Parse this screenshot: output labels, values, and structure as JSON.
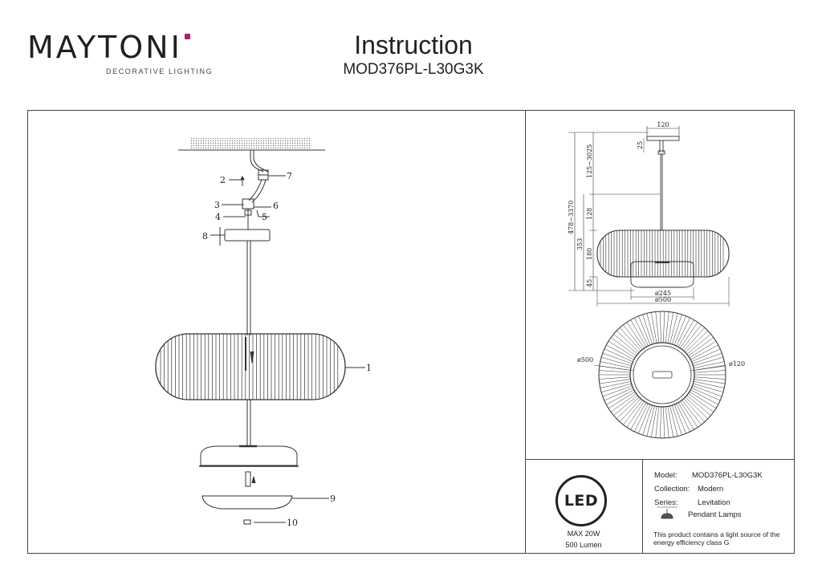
{
  "brand": {
    "name": "MAYTONI",
    "tagline": "DECORATIVE LIGHTING",
    "accent_color": "#b0206a"
  },
  "header": {
    "title": "Instruction",
    "model": "MOD376PL-L30G3K"
  },
  "assembly_callouts": [
    "1",
    "2",
    "3",
    "4",
    "5",
    "6",
    "7",
    "8",
    "9",
    "10"
  ],
  "dimensions": {
    "top_width": "120",
    "canopy_height": "25",
    "cable_length": "125~3025",
    "total_height": "478~3370",
    "rod_length": "128",
    "body_height": "353",
    "shade_height": "180",
    "bottom_height": "45",
    "inner_diameter": "ø245",
    "outer_diameter": "ø500",
    "plan_outer_diameter": "ø500",
    "plan_inner_diameter": "ø120"
  },
  "energy": {
    "badge": "LED",
    "power": "MAX 20W",
    "lumen": "500 Lumen"
  },
  "specs": {
    "model_label": "Model:",
    "model_value": "MOD376PL-L30G3K",
    "collection_label": "Collection:",
    "collection_value": "Modern",
    "series_label": "Series:",
    "series_value": "Levitation",
    "type_value": "Pendant Lamps",
    "energy_note": "This product contains a light source of the energy efficiency class G"
  }
}
